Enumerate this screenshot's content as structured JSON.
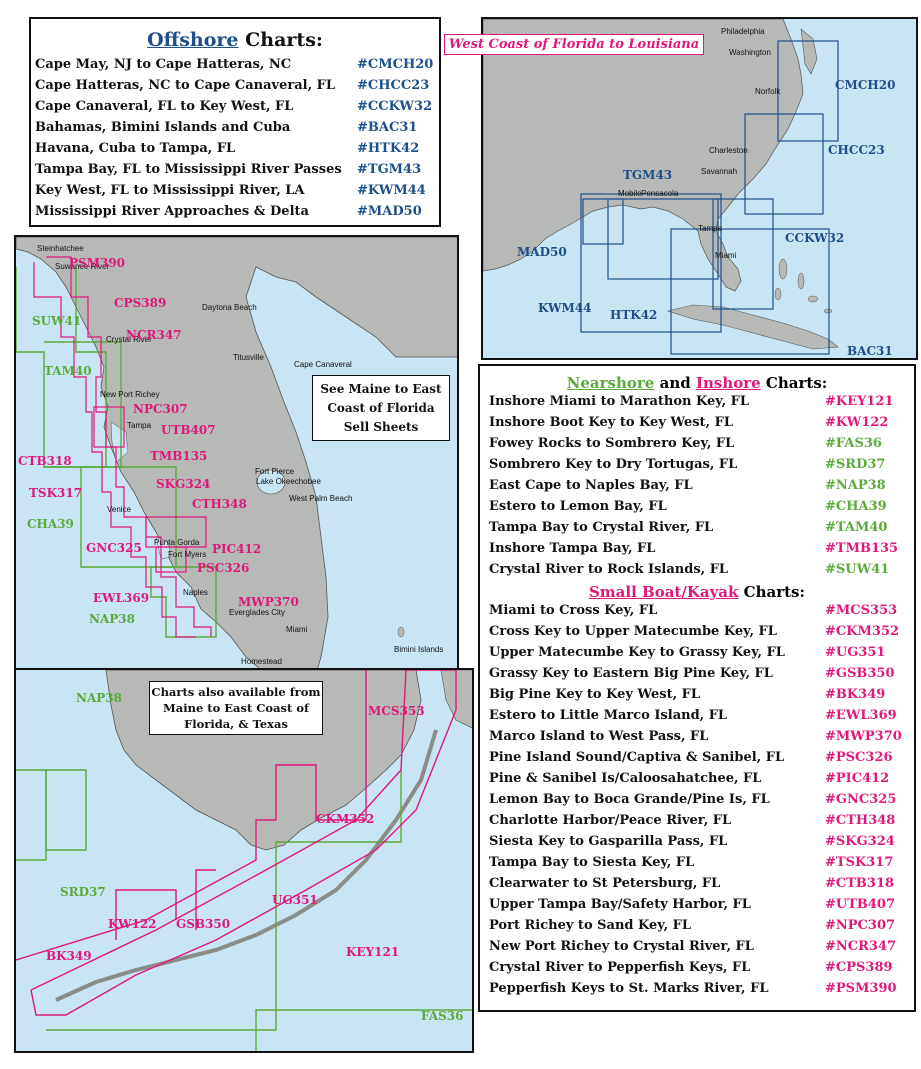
{
  "offshore": {
    "title_word": "Offshore",
    "title_rest": "Charts:",
    "rows": [
      {
        "name": "Cape May, NJ to Cape Hatteras, NC",
        "code": "#CMCH20"
      },
      {
        "name": "Cape Hatteras, NC to Cape Canaveral, FL",
        "code": "#CHCC23"
      },
      {
        "name": "Cape Canaveral, FL to Key West, FL",
        "code": "#CCKW32"
      },
      {
        "name": "Bahamas, Bimini Islands and Cuba",
        "code": "#BAC31"
      },
      {
        "name": "Havana, Cuba to Tampa, FL",
        "code": "#HTK42"
      },
      {
        "name": "Tampa Bay, FL to Mississippi River Passes",
        "code": "#TGM43"
      },
      {
        "name": "Key West, FL to Mississippi River, LA",
        "code": "#KWM44"
      },
      {
        "name": "Mississippi River Approaches & Delta",
        "code": "#MAD50"
      }
    ]
  },
  "overview_map": {
    "banner": "West Coast of Florida to Louisiana",
    "cities": [
      "Philadelphia",
      "Washington",
      "Norfolk",
      "Charleston",
      "Savannah",
      "Mobile",
      "Pensacola",
      "Tampa",
      "Miami"
    ],
    "charts": [
      "CMCH20",
      "CHCC23",
      "CCKW32",
      "TGM43",
      "MAD50",
      "KWM44",
      "HTK42",
      "BAC31"
    ]
  },
  "nearshore": {
    "heading_near": "Nearshore",
    "heading_and": "and",
    "heading_inshore": "Inshore",
    "heading_rest": "Charts:",
    "rows": [
      {
        "name": "Inshore Miami to Marathon Key, FL",
        "code": "#KEY121",
        "color": "pink"
      },
      {
        "name": "Inshore Boot Key to Key West, FL",
        "code": "#KW122",
        "color": "pink"
      },
      {
        "name": "Fowey Rocks to Sombrero Key, FL",
        "code": "#FAS36",
        "color": "green"
      },
      {
        "name": "Sombrero Key to Dry Tortugas, FL",
        "code": "#SRD37",
        "color": "green"
      },
      {
        "name": "East Cape to Naples Bay, FL",
        "code": "#NAP38",
        "color": "green"
      },
      {
        "name": "Estero to Lemon Bay, FL",
        "code": "#CHA39",
        "color": "green"
      },
      {
        "name": "Tampa Bay to Crystal River, FL",
        "code": "#TAM40",
        "color": "green"
      },
      {
        "name": "Inshore Tampa Bay, FL",
        "code": "#TMB135",
        "color": "pink"
      },
      {
        "name": "Crystal River to Rock Islands, FL",
        "code": "#SUW41",
        "color": "green"
      }
    ],
    "small_heading": "Small Boat/Kayak",
    "small_rest": "Charts:",
    "small_rows": [
      {
        "name": "Miami to Cross Key, FL",
        "code": "#MCS353"
      },
      {
        "name": "Cross Key to Upper Matecumbe Key, FL",
        "code": "#CKM352"
      },
      {
        "name": "Upper Matecumbe Key to Grassy Key, FL",
        "code": "#UG351"
      },
      {
        "name": "Grassy Key to Eastern Big Pine Key, FL",
        "code": "#GSB350"
      },
      {
        "name": "Big Pine Key to Key West, FL",
        "code": "#BK349"
      },
      {
        "name": "Estero to Little Marco Island, FL",
        "code": "#EWL369"
      },
      {
        "name": "Marco Island to West Pass, FL",
        "code": "#MWP370"
      },
      {
        "name": "Pine Island Sound/Captiva & Sanibel, FL",
        "code": "#PSC326"
      },
      {
        "name": "Pine & Sanibel Is/Caloosahatchee, FL",
        "code": "#PIC412"
      },
      {
        "name": "Lemon Bay to Boca Grande/Pine Is, FL",
        "code": "#GNC325"
      },
      {
        "name": "Charlotte Harbor/Peace River, FL",
        "code": "#CTH348"
      },
      {
        "name": "Siesta Key to Gasparilla Pass, FL",
        "code": "#SKG324"
      },
      {
        "name": "Tampa Bay to Siesta Key, FL",
        "code": "#TSK317"
      },
      {
        "name": "Clearwater to St Petersburg, FL",
        "code": "#CTB318"
      },
      {
        "name": "Upper Tampa Bay/Safety Harbor, FL",
        "code": "#UTB407"
      },
      {
        "name": "Port Richey to Sand Key, FL",
        "code": "#NPC307"
      },
      {
        "name": "New Port Richey to Crystal River, FL",
        "code": "#NCR347"
      },
      {
        "name": "Crystal River to Pepperfish Keys, FL",
        "code": "#CPS389"
      },
      {
        "name": "Pepperfish Keys to St. Marks River, FL",
        "code": "#PSM390"
      }
    ]
  },
  "west_map": {
    "cities": [
      "Steinhatchee",
      "Suwanee River",
      "Crystal River",
      "Daytona Beach",
      "Titusville",
      "Cape Canaveral",
      "New Port Richey",
      "Tampa",
      "Fort Pierce",
      "Lake Okeechobee",
      "West Palm Beach",
      "Venice",
      "Punta Gorda",
      "Fort Myers",
      "Naples",
      "Everglades City",
      "Miami",
      "Homestead",
      "Bimini Islands"
    ],
    "callout": "See Maine to East Coast of Florida Sell Sheets",
    "charts": [
      "PSM390",
      "CPS389",
      "SUW41",
      "TAM40",
      "NCR347",
      "NPC307",
      "UTB407",
      "CTB318",
      "TMB135",
      "TSK317",
      "SKG324",
      "CTH348",
      "CHA39",
      "GNC325",
      "PIC412",
      "PSC326",
      "EWL369",
      "MWP370",
      "NAP38"
    ]
  },
  "keys_map": {
    "callout": "Charts also available from Maine to East Coast of Florida, & Texas",
    "charts": [
      "NAP38",
      "MCS353",
      "CKM352",
      "SRD37",
      "KW122",
      "GSB350",
      "UG351",
      "KEY121",
      "BK349",
      "FAS36"
    ]
  },
  "colors": {
    "blue": "#1d4f8c",
    "pink": "#e0187c",
    "green": "#5aab3c",
    "land": "#b7b9b6",
    "water": "#c9e4f2"
  }
}
